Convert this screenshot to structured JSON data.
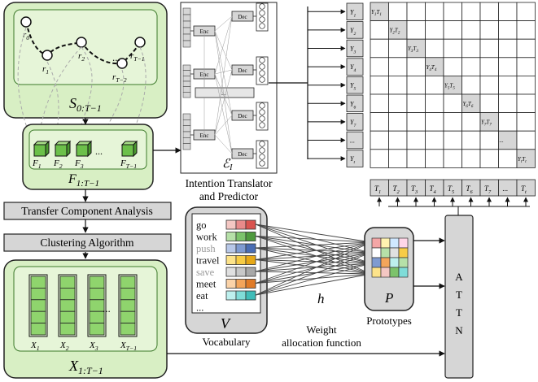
{
  "trajectory": {
    "label_main": "S",
    "label_sub": "0:T−1",
    "nodes": [
      {
        "main": "r",
        "sub": "0"
      },
      {
        "main": "r",
        "sub": "1"
      },
      {
        "main": "r",
        "sub": "2"
      },
      {
        "main": "r",
        "sub": "T−2"
      },
      {
        "main": "r",
        "sub": "T−1"
      }
    ],
    "ellipsis": "..."
  },
  "features": {
    "label_main": "F",
    "label_sub": "1:T−1",
    "cubes": [
      {
        "main": "F",
        "sub": "1"
      },
      {
        "main": "F",
        "sub": "2"
      },
      {
        "main": "F",
        "sub": "3"
      },
      {
        "main": "F",
        "sub": "T−1"
      }
    ],
    "ellipsis": "..."
  },
  "pipeline": {
    "tca_label": "Transfer Component Analysis",
    "clustering_label": "Clustering Algorithm"
  },
  "clusters": {
    "label_main": "X",
    "label_sub": "1:T−1",
    "columns": [
      {
        "main": "X",
        "sub": "1"
      },
      {
        "main": "X",
        "sub": "2"
      },
      {
        "main": "X",
        "sub": "3"
      },
      {
        "main": "X",
        "sub": "T−1"
      }
    ],
    "ellipsis": "..."
  },
  "translator": {
    "symbol_main": "ℰ",
    "symbol_sub": "I",
    "caption_line1": "Intention Translator",
    "caption_line2": "and Predictor",
    "enc_label": "Enc",
    "dec_label": "Dec",
    "ellipsis": "..."
  },
  "outputs": {
    "labels": [
      {
        "main": "Y",
        "sub": "1"
      },
      {
        "main": "Y",
        "sub": "2"
      },
      {
        "main": "Y",
        "sub": "3"
      },
      {
        "main": "Y",
        "sub": "4"
      },
      {
        "main": "Y",
        "sub": "5"
      },
      {
        "main": "Y",
        "sub": "6"
      },
      {
        "main": "Y",
        "sub": "7"
      },
      {
        "main": "...",
        "sub": ""
      },
      {
        "main": "Y",
        "sub": "t"
      }
    ]
  },
  "matrix": {
    "diag_labels": [
      {
        "a": "Y",
        "as": "1",
        "b": "T",
        "bs": "1"
      },
      {
        "a": "Y",
        "as": "2",
        "b": "T",
        "bs": "2"
      },
      {
        "a": "Y",
        "as": "3",
        "b": "T",
        "bs": "3"
      },
      {
        "a": "Y",
        "as": "4",
        "b": "T",
        "bs": "4"
      },
      {
        "a": "Y",
        "as": "5",
        "b": "T",
        "bs": "5"
      },
      {
        "a": "Y",
        "as": "6",
        "b": "T",
        "bs": "6"
      },
      {
        "a": "Y",
        "as": "7",
        "b": "T",
        "bs": "7"
      },
      {
        "a": "...",
        "as": "",
        "b": "",
        "bs": ""
      },
      {
        "a": "Y",
        "as": "t",
        "b": "T",
        "bs": "t"
      }
    ]
  },
  "t_row": {
    "labels": [
      {
        "main": "T",
        "sub": "1"
      },
      {
        "main": "T",
        "sub": "2"
      },
      {
        "main": "T",
        "sub": "3"
      },
      {
        "main": "T",
        "sub": "4"
      },
      {
        "main": "T",
        "sub": "5"
      },
      {
        "main": "T",
        "sub": "6"
      },
      {
        "main": "T",
        "sub": "7"
      },
      {
        "main": "...",
        "sub": ""
      },
      {
        "main": "T",
        "sub": "t"
      }
    ]
  },
  "attn": {
    "letters": [
      "A",
      "T",
      "T",
      "N"
    ]
  },
  "vocabulary": {
    "symbol": "V",
    "caption": "Vocabulary",
    "words": [
      {
        "text": "go",
        "active": true
      },
      {
        "text": "work",
        "active": true
      },
      {
        "text": "push",
        "active": false
      },
      {
        "text": "travel",
        "active": true
      },
      {
        "text": "save",
        "active": false
      },
      {
        "text": "meet",
        "active": true
      },
      {
        "text": "eat",
        "active": true
      },
      {
        "text": "...",
        "active": true
      }
    ],
    "row_colors": [
      [
        "#f4c7c3",
        "#e88a8a",
        "#d9534f"
      ],
      [
        "#b6e0a8",
        "#7cc36b",
        "#4f9a3e"
      ],
      [
        "#b8c8e8",
        "#7f9bd1",
        "#4a6db3"
      ],
      [
        "#fde38a",
        "#f7cc46",
        "#e6a817"
      ],
      [
        "#e0e0e0",
        "#c8c8c8",
        "#a8a8a8"
      ],
      [
        "#fbd3a8",
        "#f3a55b",
        "#e07b28"
      ],
      [
        "#bdf0ee",
        "#7fdcd8",
        "#3fbcb8"
      ]
    ]
  },
  "weight": {
    "symbol": "h",
    "caption_line1": "Weight",
    "caption_line2": "allocation function"
  },
  "prototypes": {
    "symbol": "P",
    "caption": "Prototypes",
    "grid_colors": [
      [
        "#f4a6a6",
        "#fff3b0",
        "#d0e8ff",
        "#ffd6e7"
      ],
      [
        "#ffffff",
        "#b6e0a8",
        "#e0e0e0",
        "#f7cc46"
      ],
      [
        "#7f9bd1",
        "#f3a55b",
        "#bdf0ee",
        "#b6e0a8"
      ],
      [
        "#fde38a",
        "#f4c7c3",
        "#7cc36b",
        "#7fdcd8"
      ]
    ]
  },
  "colors": {
    "green_fill": "#d8efc4",
    "green_stroke": "#3c7a2a",
    "gray_fill": "#d6d6d6",
    "cube_fill": "#6cc04a"
  }
}
